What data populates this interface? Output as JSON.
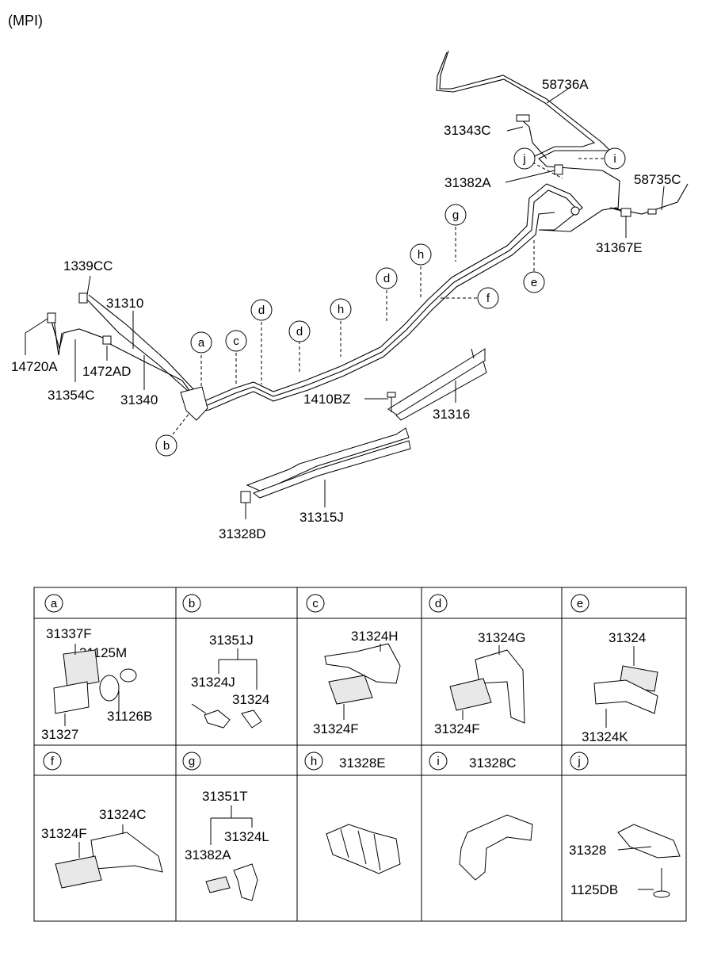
{
  "header": {
    "variant": "(MPI)"
  },
  "diagram": {
    "labels": {
      "p58736A": "58736A",
      "p31343C": "31343C",
      "p31382A": "31382A",
      "p58735C": "58735C",
      "p31367E": "31367E",
      "p1339CC": "1339CC",
      "p31310": "31310",
      "p14720A": "14720A",
      "p1472AD": "1472AD",
      "p31354C": "31354C",
      "p31340": "31340",
      "p1410BZ": "1410BZ",
      "p31316": "31316",
      "p31315J": "31315J",
      "p31328D": "31328D"
    },
    "callouts": {
      "a": "a",
      "b": "b",
      "c": "c",
      "d1": "d",
      "d2": "d",
      "d3": "d",
      "e": "e",
      "f": "f",
      "g": "g",
      "h1": "h",
      "h2": "h",
      "i": "i",
      "j": "j"
    }
  },
  "table": {
    "row1": [
      {
        "key": "a",
        "title": "",
        "parts": [
          "31337F",
          "31125M",
          "31126B",
          "31327"
        ]
      },
      {
        "key": "b",
        "title": "",
        "parts": [
          "31351J",
          "31324J",
          "31324"
        ]
      },
      {
        "key": "c",
        "title": "",
        "parts": [
          "31324H",
          "31324F"
        ]
      },
      {
        "key": "d",
        "title": "",
        "parts": [
          "31324G",
          "31324F"
        ]
      },
      {
        "key": "e",
        "title": "",
        "parts": [
          "31324",
          "31324K"
        ]
      }
    ],
    "row2": [
      {
        "key": "f",
        "title": "",
        "parts": [
          "31324C",
          "31324F"
        ]
      },
      {
        "key": "g",
        "title": "",
        "parts": [
          "31351T",
          "31382A",
          "31324L"
        ]
      },
      {
        "key": "h",
        "title": "31328E",
        "parts": []
      },
      {
        "key": "i",
        "title": "31328C",
        "parts": []
      },
      {
        "key": "j",
        "title": "",
        "parts": [
          "31328",
          "1125DB"
        ]
      }
    ]
  }
}
